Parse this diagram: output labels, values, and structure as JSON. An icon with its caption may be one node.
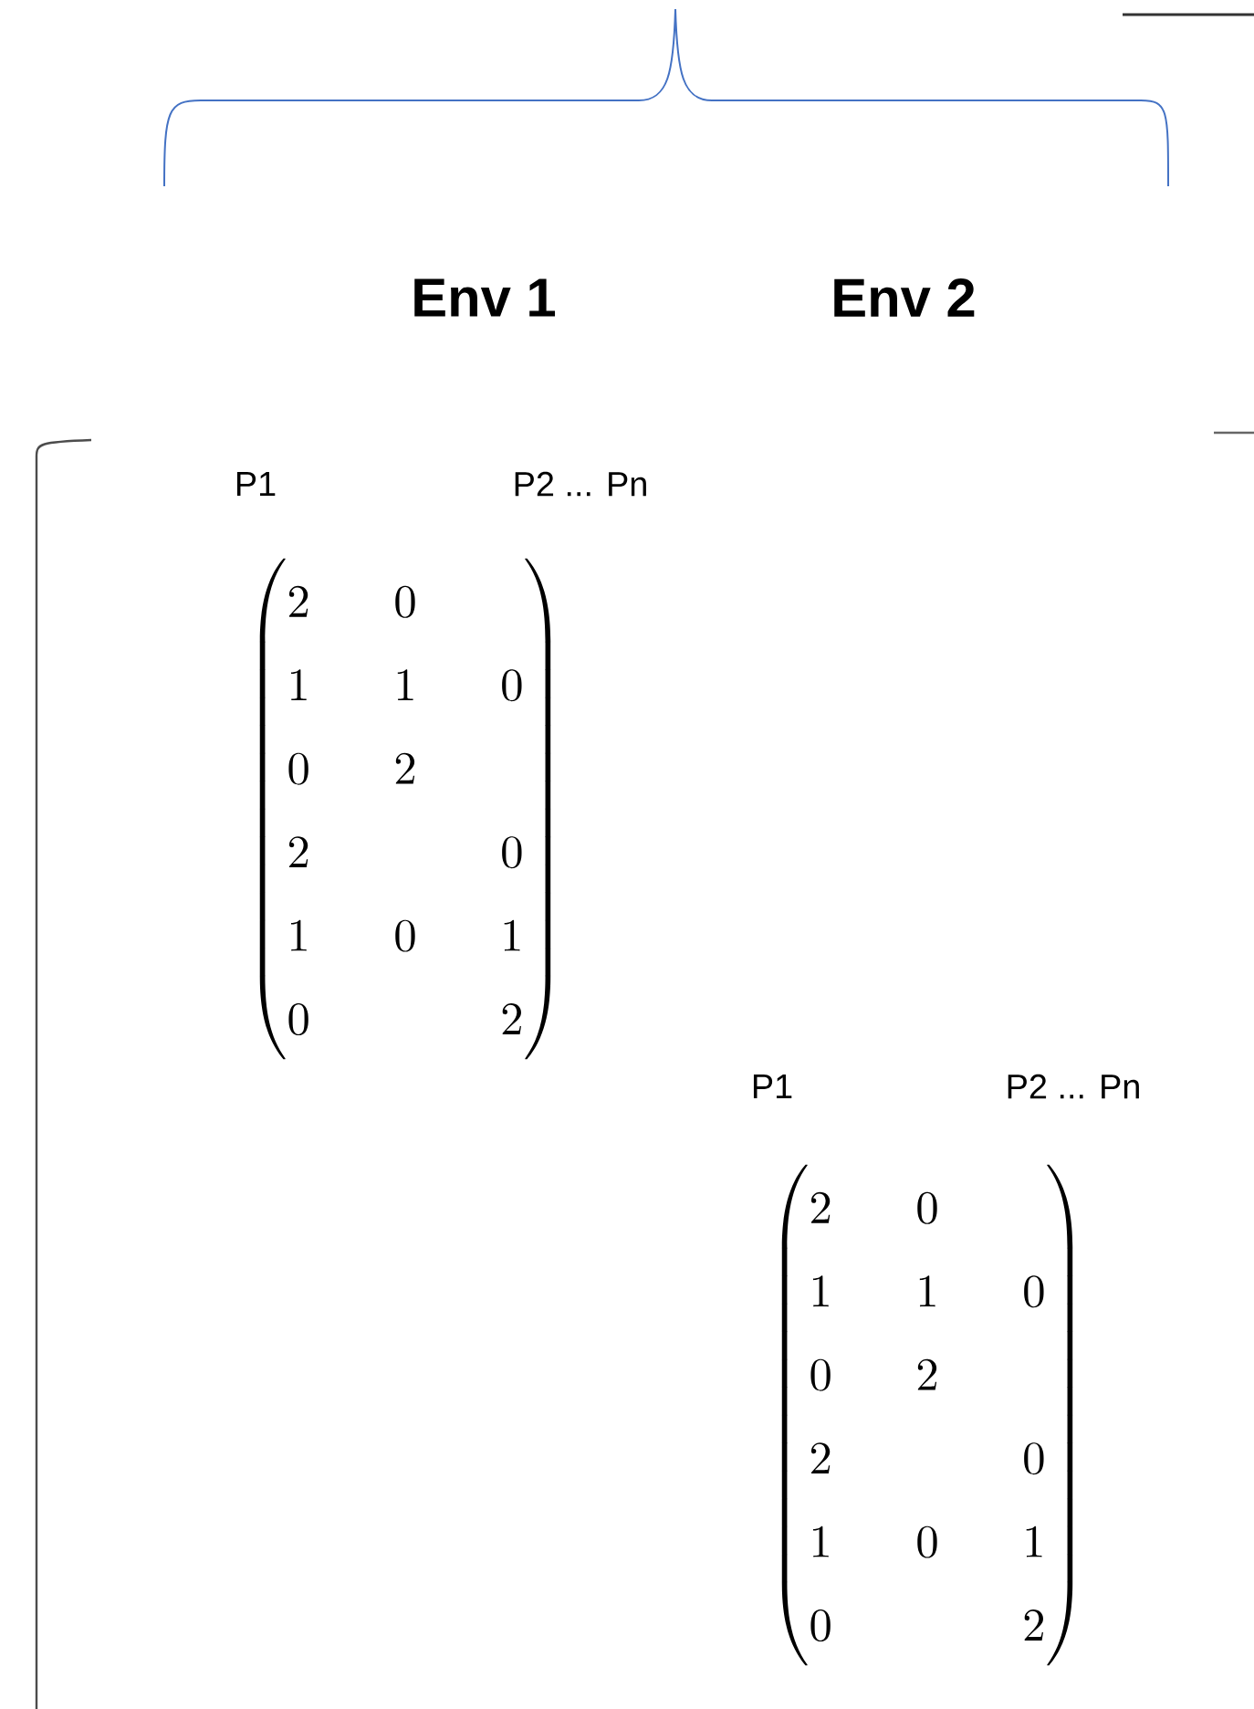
{
  "diagram": {
    "labels": [
      "Env 1",
      "Env 2",
      "P1",
      "P2 ... Pn",
      "\\begin{pmatrix}2&0&\\\\1&1&0\\\\0&2&\\\\2&&0\\\\1&0&1\\\\0&&2\\end{pmatrix}",
      "P1",
      "P2 ... Pn",
      "\\begin{pmatrix}2&0&\\\\1&1&0\\\\0&2&\\\\2&&0\\\\1&0&1\\\\0&&2\\end{pmatrix}"
    ]
  }
}
